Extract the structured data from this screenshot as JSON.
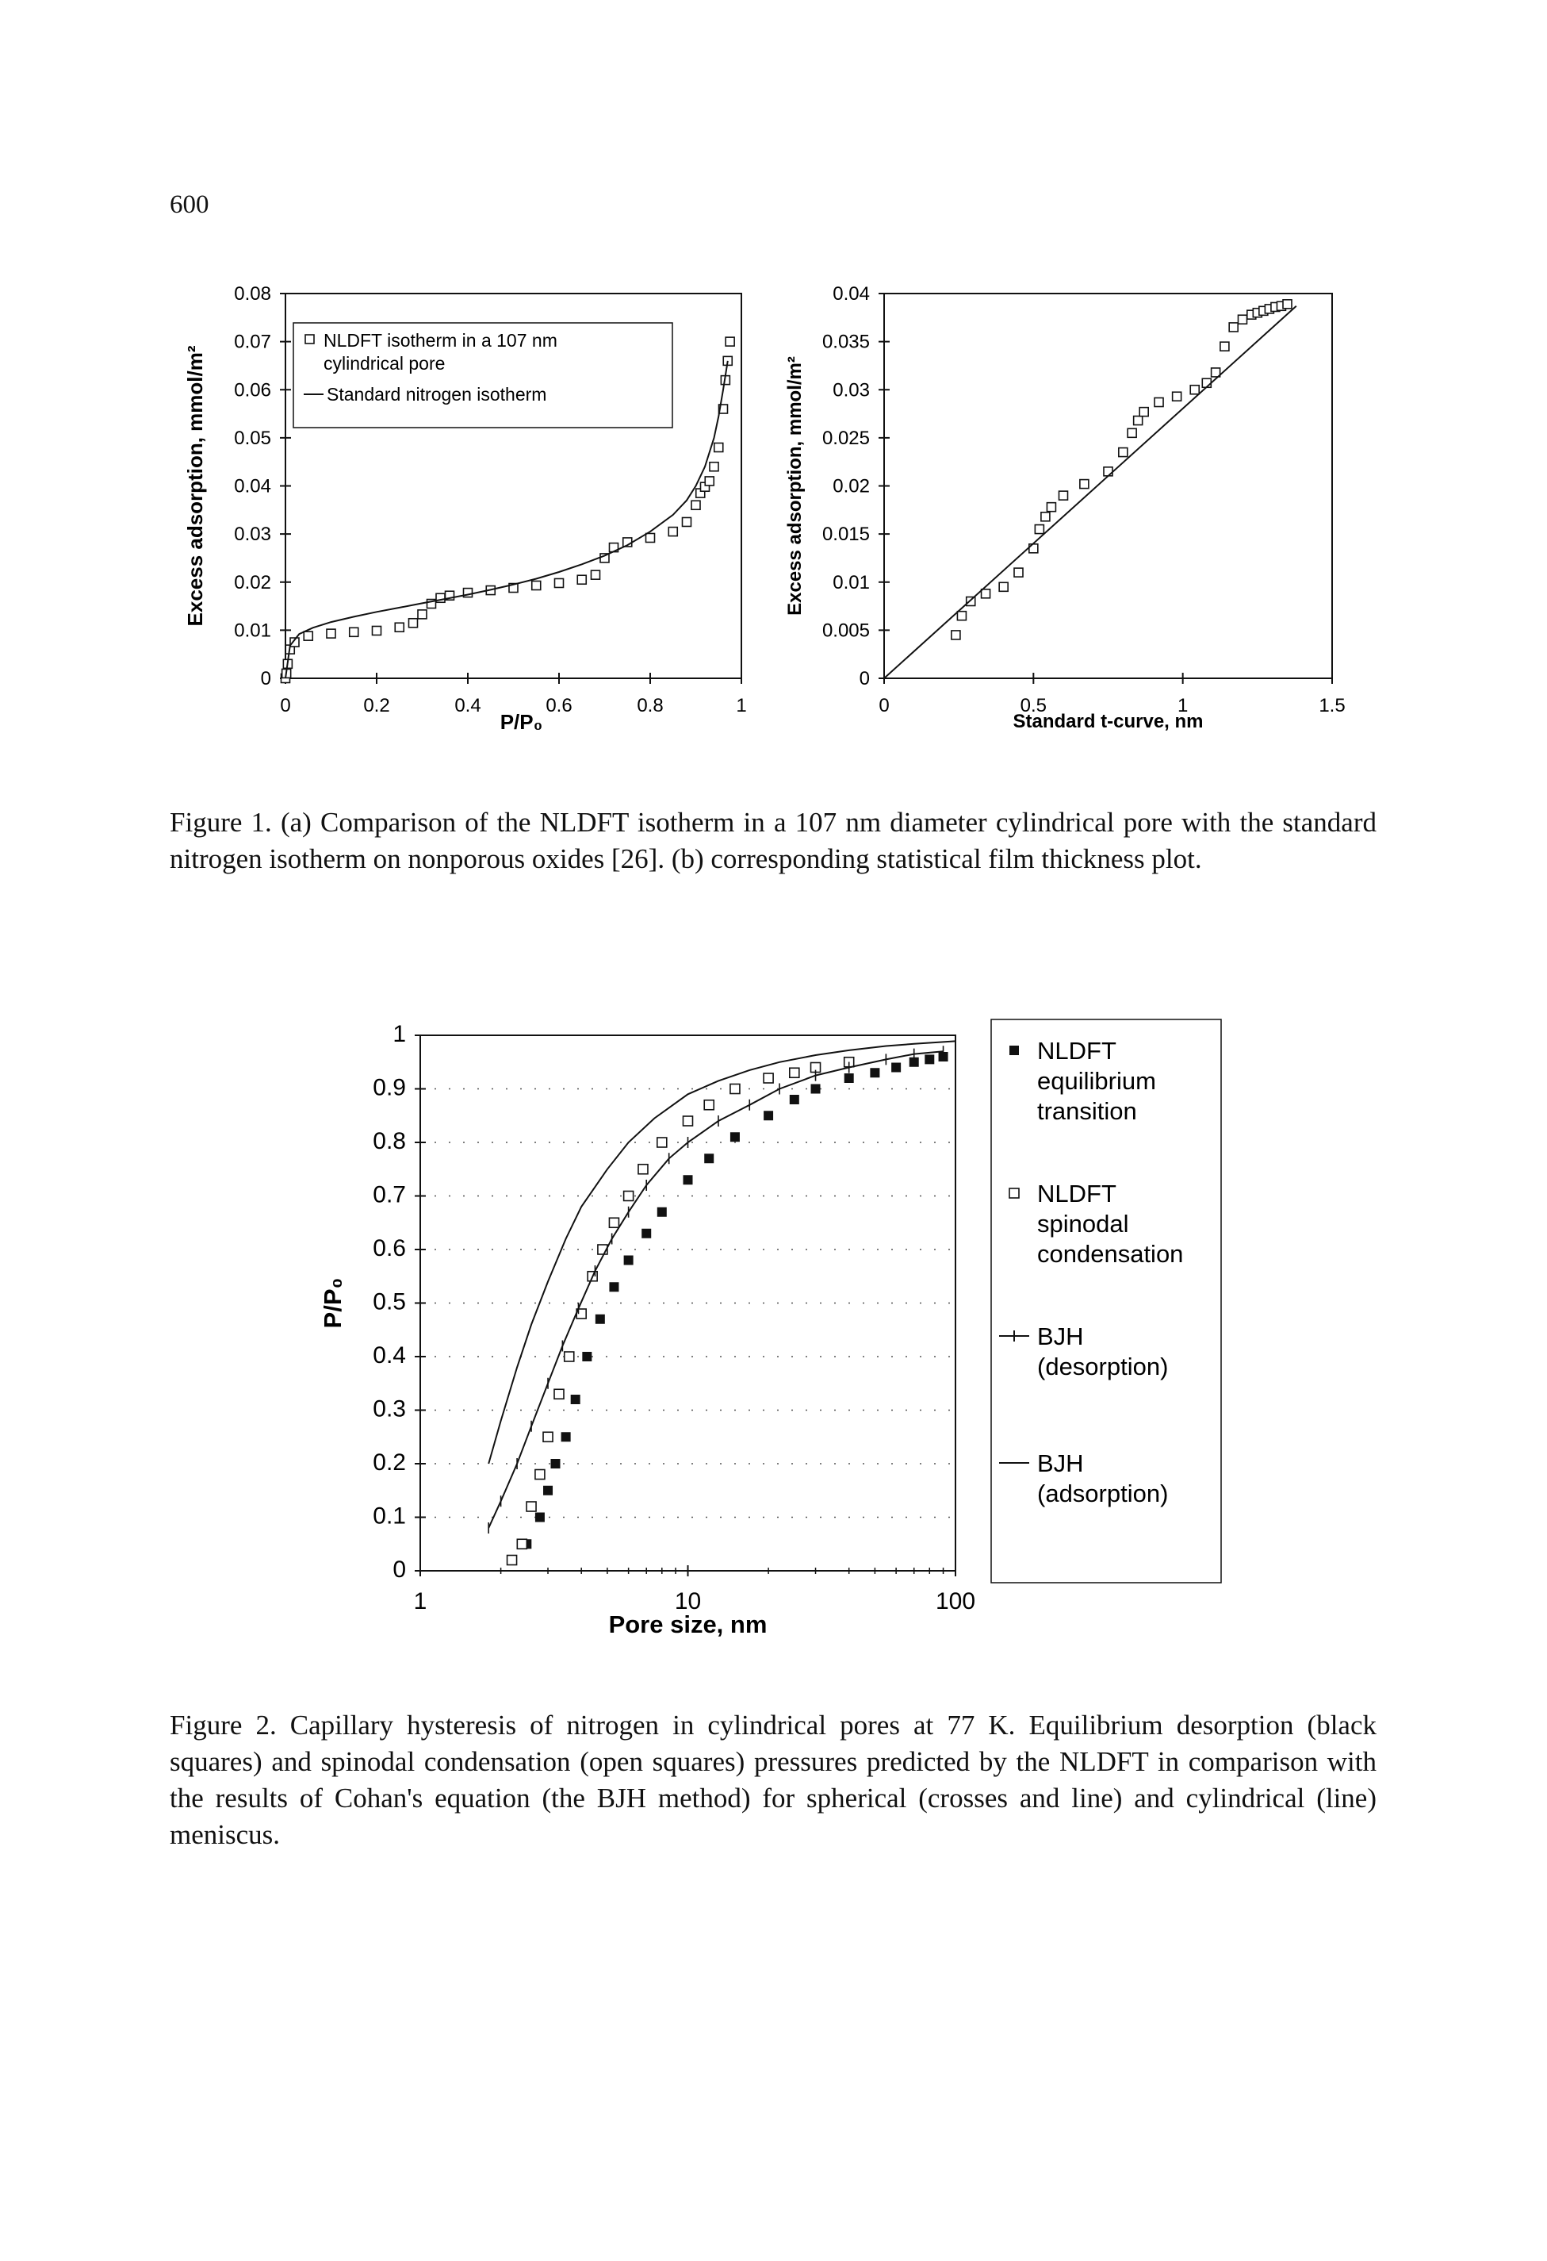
{
  "page": {
    "number": "600"
  },
  "figure1": {
    "caption": "Figure 1. (a) Comparison of the NLDFT isotherm in a 107 nm diameter cylindrical pore with the standard nitrogen isotherm on nonporous oxides [26]. (b) corresponding statistical film thickness plot."
  },
  "figure2": {
    "caption": "Figure 2. Capillary hysteresis of nitrogen in cylindrical pores at 77 K. Equilibrium desorption (black squares) and spinodal condensation (open squares) pressures predicted by the NLDFT in comparison with the results of Cohan's equation (the BJH method) for spherical (crosses and line) and cylindrical (line) meniscus."
  },
  "chart_data": [
    {
      "id": "fig1a",
      "type": "scatter",
      "title": "",
      "xlabel": "P/P₀",
      "ylabel": "Excess adsorption, mmol/m²",
      "xlim": [
        0,
        1
      ],
      "ylim": [
        0,
        0.08
      ],
      "xticks": [
        "0",
        "0.2",
        "0.4",
        "0.6",
        "0.8",
        "1"
      ],
      "yticks": [
        "0",
        "0.01",
        "0.02",
        "0.03",
        "0.04",
        "0.05",
        "0.06",
        "0.07",
        "0.08"
      ],
      "grid": false,
      "legend_position": "top-left",
      "series": [
        {
          "name": "NLDFT isotherm in a 107 nm cylindrical pore",
          "style": "open-square",
          "x": [
            0.0,
            0.002,
            0.005,
            0.01,
            0.02,
            0.05,
            0.1,
            0.15,
            0.2,
            0.25,
            0.28,
            0.3,
            0.32,
            0.34,
            0.36,
            0.4,
            0.45,
            0.5,
            0.55,
            0.6,
            0.65,
            0.68,
            0.7,
            0.72,
            0.75,
            0.8,
            0.85,
            0.88,
            0.9,
            0.91,
            0.92,
            0.93,
            0.94,
            0.95,
            0.96,
            0.965,
            0.97,
            0.975
          ],
          "y": [
            0.0,
            0.001,
            0.003,
            0.006,
            0.0075,
            0.0088,
            0.0093,
            0.0096,
            0.0099,
            0.0106,
            0.0115,
            0.0133,
            0.0155,
            0.0167,
            0.0172,
            0.0178,
            0.0183,
            0.0188,
            0.0193,
            0.0198,
            0.0205,
            0.0215,
            0.025,
            0.0272,
            0.0283,
            0.0292,
            0.0305,
            0.0325,
            0.036,
            0.0385,
            0.0398,
            0.041,
            0.044,
            0.048,
            0.056,
            0.062,
            0.066,
            0.07
          ]
        },
        {
          "name": "Standard nitrogen isotherm",
          "style": "line",
          "x": [
            0.0,
            0.01,
            0.03,
            0.06,
            0.1,
            0.15,
            0.2,
            0.25,
            0.3,
            0.35,
            0.4,
            0.45,
            0.5,
            0.55,
            0.6,
            0.65,
            0.7,
            0.75,
            0.8,
            0.85,
            0.88,
            0.9,
            0.92,
            0.94,
            0.95,
            0.96,
            0.97
          ],
          "y": [
            0.0,
            0.0068,
            0.0092,
            0.0105,
            0.0117,
            0.0128,
            0.0138,
            0.0147,
            0.0156,
            0.0165,
            0.0174,
            0.0184,
            0.0195,
            0.0207,
            0.0221,
            0.0237,
            0.0255,
            0.0277,
            0.0305,
            0.034,
            0.037,
            0.04,
            0.044,
            0.05,
            0.0545,
            0.06,
            0.066
          ]
        }
      ]
    },
    {
      "id": "fig1b",
      "type": "scatter",
      "title": "",
      "xlabel": "Standard t-curve, nm",
      "ylabel": "Excess adsorption, mmol/m²",
      "xlim": [
        0,
        1.5
      ],
      "ylim": [
        0,
        0.04
      ],
      "xticks": [
        "0",
        "0.5",
        "1",
        "1.5"
      ],
      "yticks": [
        "0",
        "0.005",
        "0.01",
        "0.015",
        "0.02",
        "0.025",
        "0.03",
        "0.035",
        "0.04"
      ],
      "grid": false,
      "legend_position": "none",
      "series": [
        {
          "name": "",
          "style": "open-square",
          "x": [
            0.24,
            0.26,
            0.29,
            0.34,
            0.4,
            0.45,
            0.5,
            0.52,
            0.54,
            0.56,
            0.6,
            0.67,
            0.75,
            0.8,
            0.83,
            0.85,
            0.87,
            0.92,
            0.98,
            1.04,
            1.08,
            1.11,
            1.14,
            1.17,
            1.2,
            1.23,
            1.25,
            1.27,
            1.29,
            1.31,
            1.33,
            1.35
          ],
          "y": [
            0.0045,
            0.0065,
            0.008,
            0.0088,
            0.0095,
            0.011,
            0.0135,
            0.0155,
            0.0168,
            0.0178,
            0.019,
            0.0202,
            0.0215,
            0.0235,
            0.0255,
            0.0268,
            0.0277,
            0.0287,
            0.0293,
            0.03,
            0.0307,
            0.0318,
            0.0345,
            0.0365,
            0.0373,
            0.0378,
            0.038,
            0.0382,
            0.0384,
            0.0386,
            0.0387,
            0.0389
          ]
        },
        {
          "name": "",
          "style": "line",
          "x": [
            0,
            1.38
          ],
          "y": [
            0,
            0.0387
          ]
        }
      ]
    },
    {
      "id": "fig2",
      "type": "scatter",
      "title": "",
      "xlabel": "Pore size, nm",
      "ylabel": "P/P₀",
      "xscale": "log",
      "xlim": [
        1,
        100
      ],
      "ylim": [
        0,
        1
      ],
      "xticks": [
        "1",
        "10",
        "100"
      ],
      "yticks": [
        "0",
        "0.1",
        "0.2",
        "0.3",
        "0.4",
        "0.5",
        "0.6",
        "0.7",
        "0.8",
        "0.9",
        "1"
      ],
      "grid": true,
      "legend_position": "right",
      "series": [
        {
          "name": "NLDFT equilibrium transition",
          "style": "filled-square",
          "x": [
            2.5,
            2.8,
            3.0,
            3.2,
            3.5,
            3.8,
            4.2,
            4.7,
            5.3,
            6.0,
            7.0,
            8.0,
            10,
            12,
            15,
            20,
            25,
            30,
            40,
            50,
            60,
            70,
            80,
            90
          ],
          "y": [
            0.05,
            0.1,
            0.15,
            0.2,
            0.25,
            0.32,
            0.4,
            0.47,
            0.53,
            0.58,
            0.63,
            0.67,
            0.73,
            0.77,
            0.81,
            0.85,
            0.88,
            0.9,
            0.92,
            0.93,
            0.94,
            0.95,
            0.955,
            0.96
          ]
        },
        {
          "name": "NLDFT spinodal condensation",
          "style": "open-square",
          "x": [
            2.2,
            2.4,
            2.6,
            2.8,
            3.0,
            3.3,
            3.6,
            4.0,
            4.4,
            4.8,
            5.3,
            6.0,
            6.8,
            8.0,
            10,
            12,
            15,
            20,
            25,
            30,
            40
          ],
          "y": [
            0.02,
            0.05,
            0.12,
            0.18,
            0.25,
            0.33,
            0.4,
            0.48,
            0.55,
            0.6,
            0.65,
            0.7,
            0.75,
            0.8,
            0.84,
            0.87,
            0.9,
            0.92,
            0.93,
            0.94,
            0.95
          ]
        },
        {
          "name": "BJH (desorption)",
          "style": "crossed-line",
          "x": [
            1.8,
            2.0,
            2.3,
            2.6,
            3.0,
            3.4,
            3.9,
            4.5,
            5.2,
            6.0,
            7.0,
            8.5,
            10,
            13,
            17,
            22,
            30,
            40,
            55,
            70,
            90
          ],
          "y": [
            0.08,
            0.13,
            0.2,
            0.27,
            0.35,
            0.42,
            0.49,
            0.56,
            0.62,
            0.67,
            0.72,
            0.77,
            0.8,
            0.84,
            0.87,
            0.9,
            0.925,
            0.94,
            0.955,
            0.965,
            0.97
          ]
        },
        {
          "name": "BJH (adsorption)",
          "style": "line",
          "x": [
            1.8,
            2.0,
            2.3,
            2.6,
            3.0,
            3.5,
            4.0,
            5.0,
            6.0,
            7.5,
            10,
            13,
            17,
            22,
            30,
            40,
            55,
            70,
            100
          ],
          "y": [
            0.2,
            0.28,
            0.38,
            0.46,
            0.54,
            0.62,
            0.68,
            0.75,
            0.8,
            0.845,
            0.89,
            0.915,
            0.935,
            0.95,
            0.963,
            0.972,
            0.98,
            0.984,
            0.989
          ]
        }
      ]
    }
  ]
}
